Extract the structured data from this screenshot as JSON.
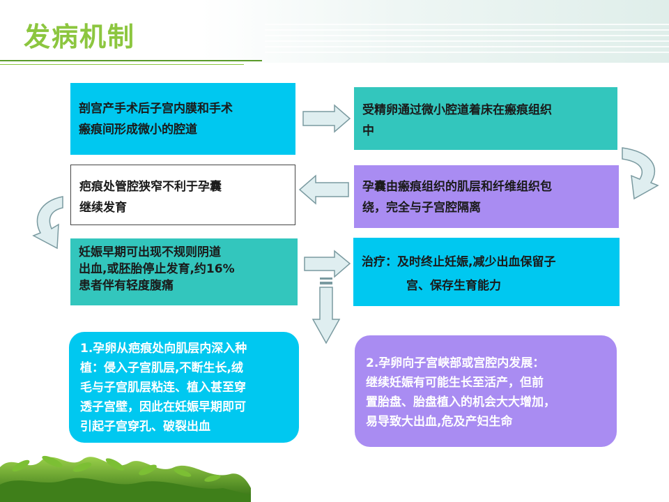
{
  "title": "发病机制",
  "boxes": {
    "b1": [
      "剖宫产手术后子宫内膜和手术",
      "瘢痕间形成微小的腔道"
    ],
    "b2": [
      "受精卵通过微小腔道着床在瘢痕组织",
      "中"
    ],
    "b3": [
      "疤痕处管腔狭窄不利于孕囊",
      "继续发育"
    ],
    "b4": [
      "孕囊由瘢痕组织的肌层和纤维组织包",
      "绕，完全与子宫腔隔离"
    ],
    "b5": [
      "妊娠早期可出现不规则阴道",
      "出血,或胚胎停止发育,约16%",
      "患者伴有轻度腹痛"
    ],
    "b6": [
      "治疗：及时终止妊娠,减少出血保留子",
      "宫、保存生育能力"
    ]
  },
  "outcomes": {
    "r1": [
      "1.孕卵从疤痕处向肌层内深入种",
      "植：侵入子宫肌层,不断生长,绒",
      "毛与子宫肌层粘连、植入甚至穿",
      "透子宫壁，因此在妊娠早期即可",
      "引起子宫穿孔、破裂出血"
    ],
    "r2": [
      "2.孕卵向子宫峡部或宫腔内发展：",
      "继续妊娠有可能生长至活产，但前",
      "置胎盘、胎盘植入的机会大大增加，",
      "易导致大出血,危及产妇生命"
    ]
  },
  "colors": {
    "title": "#8cc63f",
    "cyan": "#00c8f0",
    "teal": "#33c6bd",
    "purple": "#a98cf2",
    "arrow_fill": "#dfeef0",
    "arrow_stroke": "#7a9aa0"
  }
}
